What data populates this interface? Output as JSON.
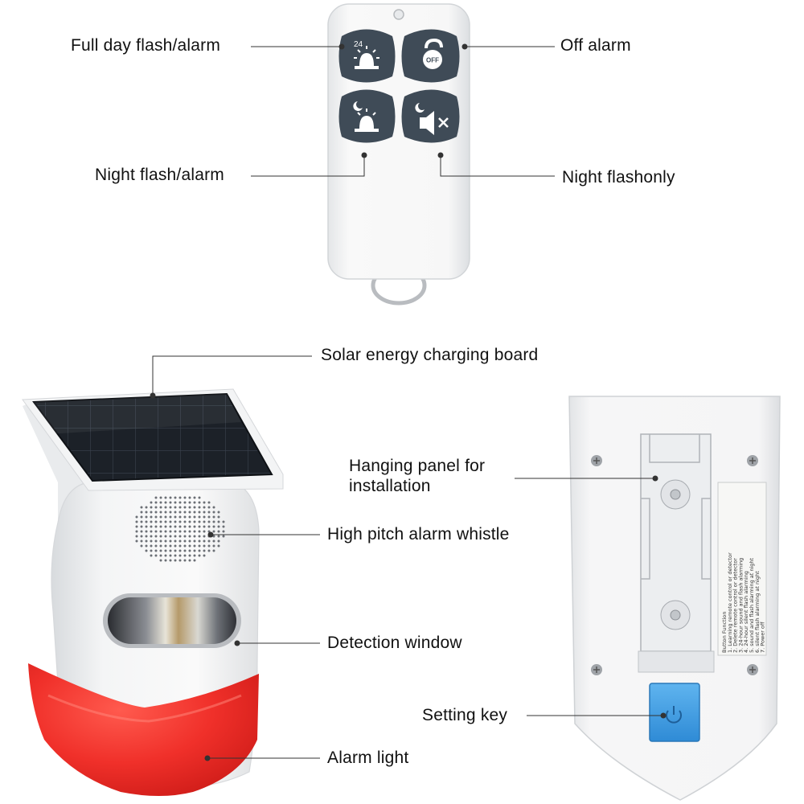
{
  "remote": {
    "labels": {
      "full_day": "Full day flash/alarm",
      "off": "Off alarm",
      "night_alarm": "Night flash/alarm",
      "night_flash": "Night flashonly"
    },
    "buttons": {
      "full_day_badge": "24",
      "off_badge": "OFF"
    }
  },
  "device": {
    "labels": {
      "solar": "Solar energy charging board",
      "hanging_panel": "Hanging panel for installation",
      "whistle": "High pitch alarm whistle",
      "detection": "Detection window",
      "setting_key": "Setting key",
      "alarm_light": "Alarm light"
    },
    "back_sticker": [
      "Button Function",
      "1. Learning remote control or detector",
      "2. Delete remote control or detector",
      "3. 24-hour sound and flash alarming",
      "4. 24-hour silent flash alarming",
      "5. sound and flash alarming at night",
      "6. silent flash alarming at night",
      "7. Power off"
    ]
  },
  "colors": {
    "remote_button": "#3f4b57",
    "alarm_red": "#ee2b26",
    "setting_key_blue": "#3d9cdf",
    "solar_panel": "#1c2128"
  }
}
